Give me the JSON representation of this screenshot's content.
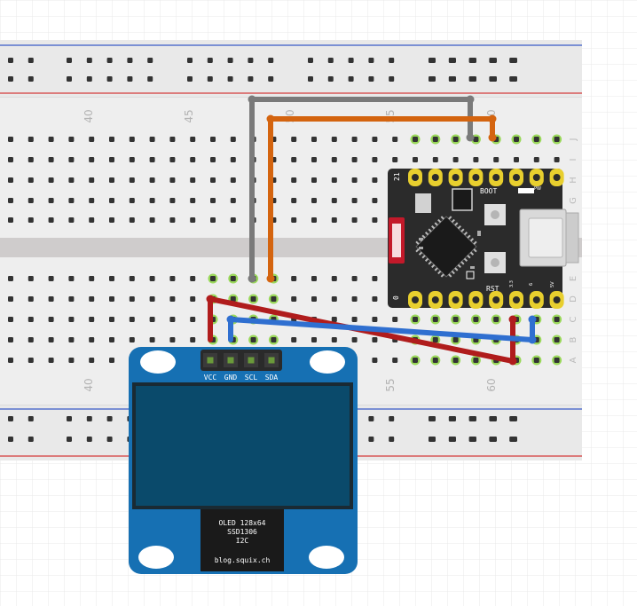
{
  "breadboard": {
    "column_numbers_top": [
      "40",
      "45",
      "50",
      "55",
      "60"
    ],
    "column_numbers_bottom": [
      "40",
      "55",
      "60"
    ],
    "row_letters": [
      "J",
      "I",
      "H",
      "G",
      "F",
      "E",
      "D",
      "C",
      "B",
      "A"
    ]
  },
  "oled": {
    "pins": [
      "VCC",
      "GND",
      "SCL",
      "SDA"
    ],
    "label_lines": [
      "OLED 128x64",
      "SSD1306",
      "I2C"
    ],
    "footer": "blog.squix.ch"
  },
  "mcu": {
    "boot_label": "BOOT",
    "rst_label": "RST",
    "top_left_mark": "21",
    "bottom_left_mark": "0",
    "silk_small": [
      "6",
      "3.3",
      "5V",
      "PW"
    ]
  },
  "colors": {
    "wire_gray": "#7a7a7a",
    "wire_orange": "#d4640f",
    "wire_red": "#b01c1c",
    "wire_blue": "#2f6fd0",
    "oled_board": "#1670b3",
    "oled_screen": "#0a4a6b",
    "mcu_board": "#2b2b2b",
    "pin_gold": "#e8cf2e",
    "connected_hole": "#9ad85a"
  }
}
